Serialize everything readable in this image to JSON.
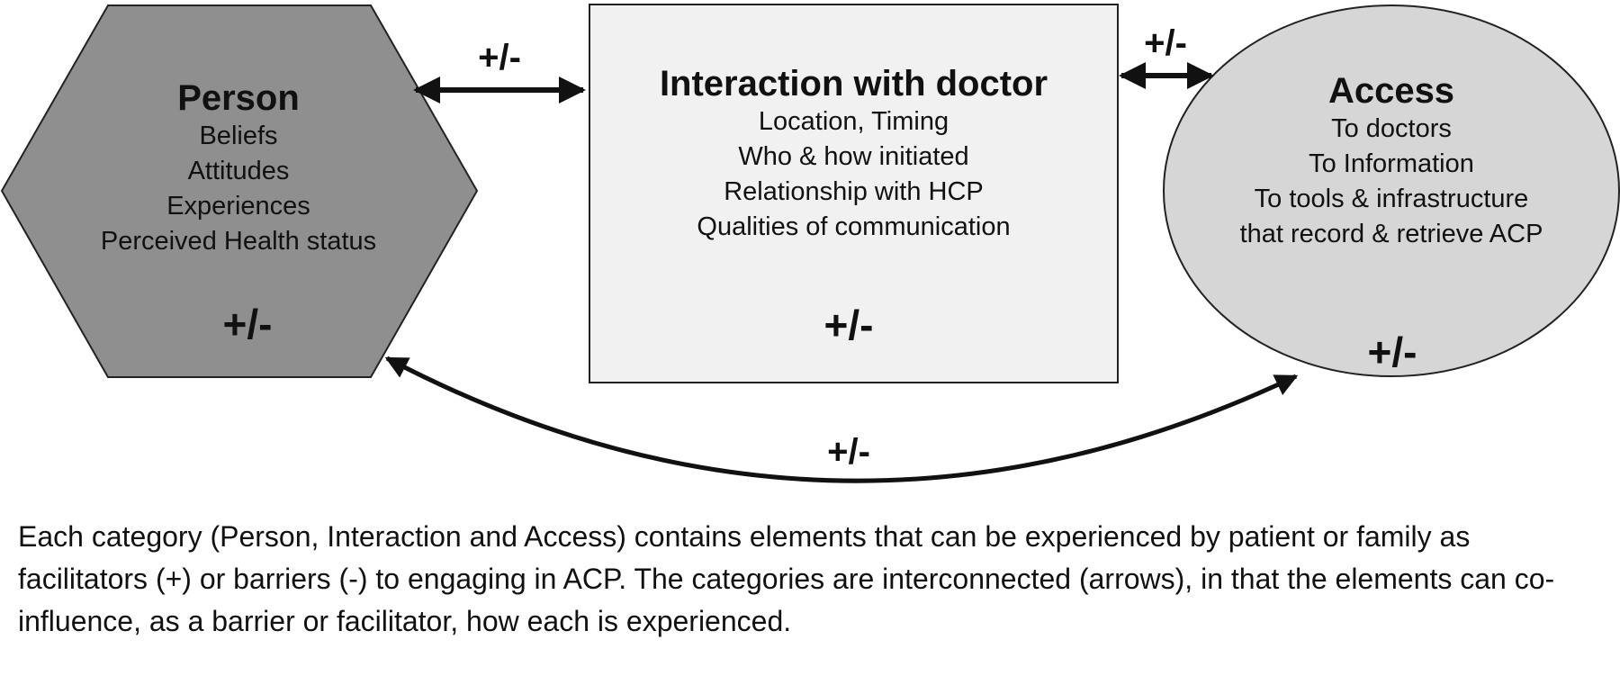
{
  "nodes": {
    "person": {
      "title": "Person",
      "items": [
        "Beliefs",
        "Attitudes",
        "Experiences",
        "Perceived Health status"
      ],
      "sign": "+/-",
      "shape": "hexagon",
      "fill": "#8f8f8f"
    },
    "interaction": {
      "title": "Interaction with doctor",
      "items": [
        "Location, Timing",
        "Who & how initiated",
        "Relationship with HCP",
        "Qualities of communication"
      ],
      "sign": "+/-",
      "shape": "rectangle",
      "fill": "#f1f1f1"
    },
    "access": {
      "title": "Access",
      "items": [
        "To doctors",
        "To Information",
        "To tools & infrastructure",
        "that record & retrieve ACP"
      ],
      "sign": "+/-",
      "shape": "ellipse",
      "fill": "#d6d6d6"
    }
  },
  "edges": {
    "person_interaction": {
      "label": "+/-",
      "direction": "bidirectional"
    },
    "interaction_access": {
      "label": "+/-",
      "direction": "bidirectional"
    },
    "person_access": {
      "label": "+/-",
      "direction": "bidirectional"
    }
  },
  "caption": "Each category (Person, Interaction and Access) contains elements that can be experienced by patient or family as facilitators (+) or barriers (-) to engaging in ACP. The categories are interconnected (arrows), in that the elements can co-influence, as a barrier or facilitator, how each is experienced."
}
